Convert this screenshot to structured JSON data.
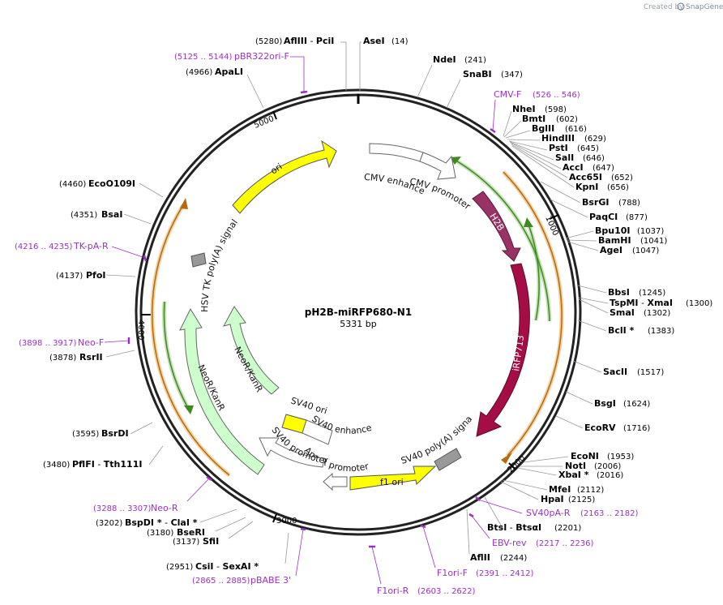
{
  "credit": {
    "text": "Created by",
    "brand": "SnapGene"
  },
  "plasmid": {
    "name": "pH2B-miRFP680-N1",
    "length_label": "5331 bp"
  },
  "ticks": [
    "1000",
    "2000",
    "3000",
    "4000",
    "5000"
  ],
  "sites": [
    {
      "name": "AflIII",
      "sep": " - ",
      "name2": "PciI",
      "pos": "(5280)"
    },
    {
      "name": "AseI",
      "pos": "(14)"
    },
    {
      "name": "NdeI",
      "pos": "(241)"
    },
    {
      "name": "SnaBI",
      "pos": "(347)"
    },
    {
      "name": "NheI",
      "pos": "(598)"
    },
    {
      "name": "BmtI",
      "pos": "(602)"
    },
    {
      "name": "BglII",
      "pos": "(616)"
    },
    {
      "name": "HindIII",
      "pos": "(629)"
    },
    {
      "name": "PstI",
      "pos": "(645)"
    },
    {
      "name": "SalI",
      "pos": "(646)"
    },
    {
      "name": "AccI",
      "pos": "(647)"
    },
    {
      "name": "Acc65I",
      "pos": "(652)"
    },
    {
      "name": "KpnI",
      "pos": "(656)"
    },
    {
      "name": "BsrGI",
      "pos": "(788)"
    },
    {
      "name": "PaqCI",
      "pos": "(877)"
    },
    {
      "name": "Bpu10I",
      "pos": "(1037)"
    },
    {
      "name": "BamHI",
      "pos": "(1041)"
    },
    {
      "name": "AgeI",
      "pos": "(1047)"
    },
    {
      "name": "BbsI",
      "pos": "(1245)"
    },
    {
      "name": "TspMI",
      "sep": " - ",
      "name2": "XmaI",
      "pos": "(1300)"
    },
    {
      "name": "SmaI",
      "pos": "(1302)"
    },
    {
      "name": "BclI *",
      "pos": "(1383)"
    },
    {
      "name": "SacII",
      "pos": "(1517)"
    },
    {
      "name": "BsgI",
      "pos": "(1624)"
    },
    {
      "name": "EcoRV",
      "pos": "(1716)"
    },
    {
      "name": "EcoNI",
      "pos": "(1953)"
    },
    {
      "name": "NotI",
      "pos": "(2006)"
    },
    {
      "name": "XbaI *",
      "pos": "(2016)"
    },
    {
      "name": "MfeI",
      "pos": "(2112)"
    },
    {
      "name": "HpaI",
      "pos": "(2125)"
    },
    {
      "name": "BtsI",
      "sep": " - ",
      "name2": "BtsαI",
      "pos": "(2201)"
    },
    {
      "name": "AflII",
      "pos": "(2244)"
    },
    {
      "name": "CsiI",
      "sep": " - ",
      "name2": "SexAI *",
      "pos": "(2951)"
    },
    {
      "name": "SfiI",
      "pos": "(3137)"
    },
    {
      "name": "BseRI",
      "pos": "(3180)"
    },
    {
      "name": "BspDI *",
      "sep": " - ",
      "name2": "ClaI *",
      "pos": "(3202)"
    },
    {
      "name": "PflFI",
      "sep": " - ",
      "name2": "Tth111I",
      "pos": "(3480)"
    },
    {
      "name": "BsrDI",
      "pos": "(3595)"
    },
    {
      "name": "RsrII",
      "pos": "(3878)"
    },
    {
      "name": "PfoI",
      "pos": "(4137)"
    },
    {
      "name": "BsaI",
      "pos": "(4351)"
    },
    {
      "name": "EcoO109I",
      "pos": "(4460)"
    },
    {
      "name": "ApaLI",
      "pos": "(4966)"
    }
  ],
  "primers": [
    {
      "name": "pBR322ori-F",
      "pos": "(5125 .. 5144)"
    },
    {
      "name": "CMV-F",
      "pos": "(526 .. 546)"
    },
    {
      "name": "SV40pA-R",
      "pos": "(2163 .. 2182)"
    },
    {
      "name": "EBV-rev",
      "pos": "(2217 .. 2236)"
    },
    {
      "name": "F1ori-F",
      "pos": "(2391 .. 2412)"
    },
    {
      "name": "F1ori-R",
      "pos": "(2603 .. 2622)"
    },
    {
      "name": "pBABE 3'",
      "pos": "(2865 .. 2885)"
    },
    {
      "name": "Neo-R",
      "pos": "(3288 .. 3307)"
    },
    {
      "name": "Neo-F",
      "pos": "(3898 .. 3917)"
    },
    {
      "name": "TK-pA-R",
      "pos": "(4216 .. 4235)"
    }
  ],
  "features": {
    "ori": "ori",
    "cmv_enhancer": "CMV enhancer",
    "cmv_promoter": "CMV promoter",
    "h2b": "H2B",
    "irfp713": "iRFP713",
    "sv40_polya": "SV40 poly(A) signal",
    "f1_ori": "f1 ori",
    "ampr_promoter": "AmpR promoter",
    "sv40_promoter": "SV40 promoter",
    "sv40_ori": "SV40 ori",
    "sv40_enhancer": "SV40 enhancer",
    "neor_inner": "NeoR/KanR",
    "neor_outer": "NeoR/KanR",
    "hsv_tk": "HSV TK poly(A) signal"
  },
  "colors": {
    "ori": "#ffff00",
    "h2b": "#993366",
    "irfp713": "#a50d46",
    "neor": "#ccffcc",
    "polya": "#999999",
    "orf_green": "#53a72e",
    "orf_orange": "#e59a2b",
    "primer": "#9b30c6"
  }
}
